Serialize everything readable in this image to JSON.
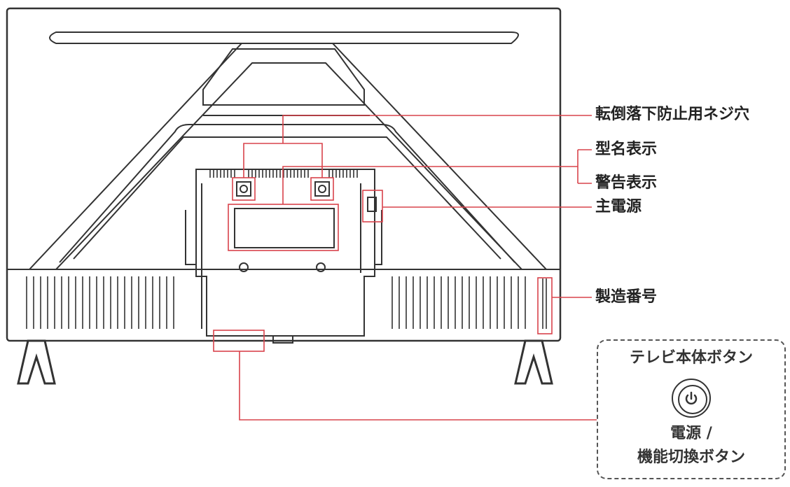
{
  "colors": {
    "outline": "#333333",
    "callout": "#d9434b",
    "text": "#222222"
  },
  "labels": {
    "tip_prevention_screw": "転倒落下防止用ネジ穴",
    "model_name": "型名表示",
    "warning": "警告表示",
    "main_power": "主電源",
    "serial_number": "製造番号"
  },
  "button_panel": {
    "title": "テレビ本体ボタン",
    "icon": "power-icon",
    "caption_line1": "電源 /",
    "caption_line2": "機能切換ボタン"
  }
}
